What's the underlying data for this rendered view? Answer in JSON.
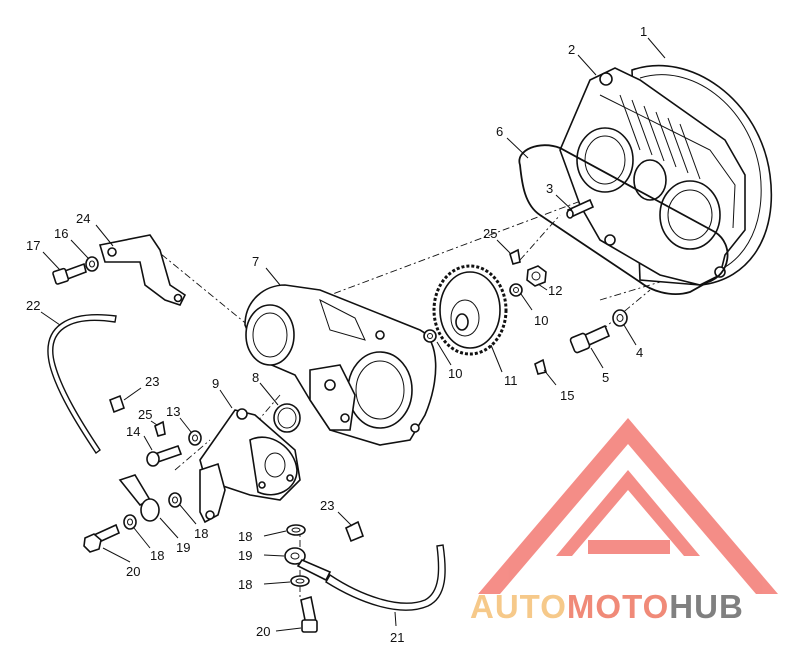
{
  "callouts": [
    {
      "n": "1"
    },
    {
      "n": "2"
    },
    {
      "n": "3"
    },
    {
      "n": "6"
    },
    {
      "n": "25"
    },
    {
      "n": "12"
    },
    {
      "n": "10"
    },
    {
      "n": "4"
    },
    {
      "n": "5"
    },
    {
      "n": "7"
    },
    {
      "n": "24"
    },
    {
      "n": "16"
    },
    {
      "n": "17"
    },
    {
      "n": "22"
    },
    {
      "n": "10"
    },
    {
      "n": "11"
    },
    {
      "n": "15"
    },
    {
      "n": "23"
    },
    {
      "n": "9"
    },
    {
      "n": "8"
    },
    {
      "n": "25"
    },
    {
      "n": "13"
    },
    {
      "n": "14"
    },
    {
      "n": "18"
    },
    {
      "n": "19"
    },
    {
      "n": "20"
    },
    {
      "n": "18"
    },
    {
      "n": "23"
    },
    {
      "n": "18"
    },
    {
      "n": "19"
    },
    {
      "n": "18"
    },
    {
      "n": "20"
    },
    {
      "n": "21"
    }
  ],
  "watermark": {
    "word1": "AUTO",
    "word2": "MOTO",
    "word3": "HUB",
    "color_light": "#f6c98a",
    "color_mid": "#f08a78",
    "color_dark": "#808080",
    "logo_color": "#f37a73"
  }
}
